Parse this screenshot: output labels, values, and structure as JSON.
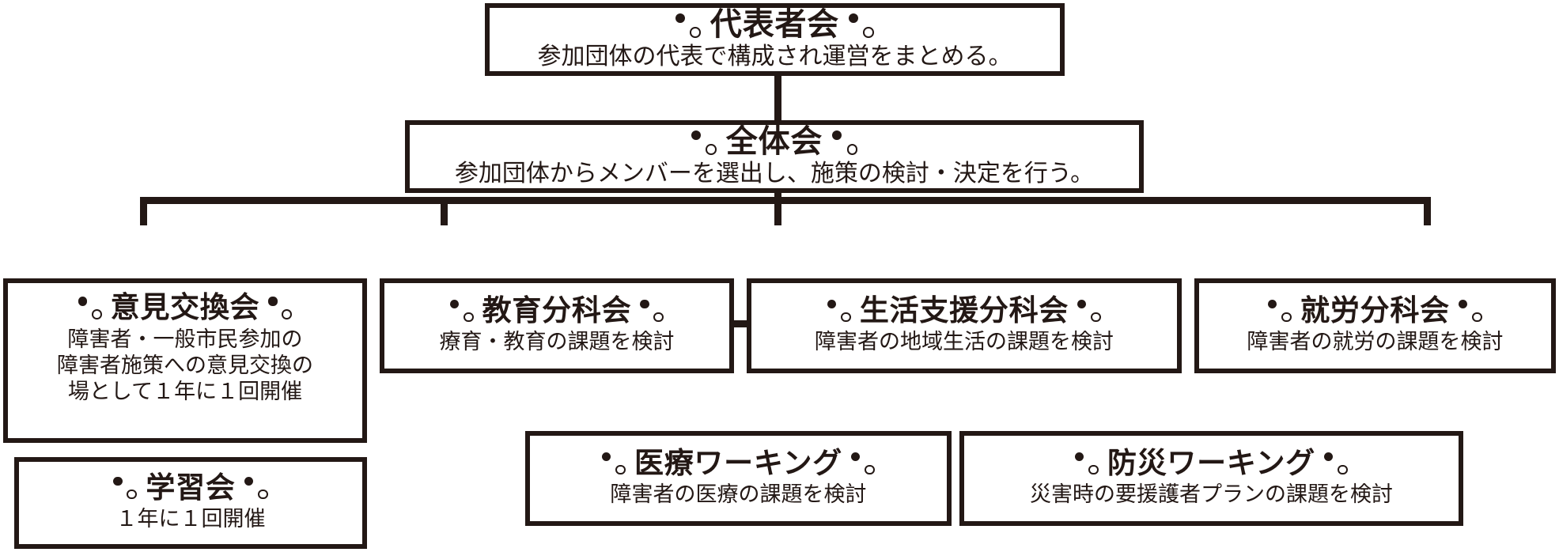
{
  "diagram": {
    "type": "organization-chart",
    "language": "ja",
    "colors": {
      "ink": "#231815",
      "paper": "#ffffff"
    },
    "nodes": {
      "representatives": {
        "id": "representatives",
        "title": "代表者会",
        "desc": [
          "参加団体の代表で構成され運営をまとめる。"
        ]
      },
      "plenary": {
        "id": "plenary",
        "title": "全体会",
        "desc": [
          "参加団体からメンバーを選出し、施策の検討・決定を行う。"
        ]
      },
      "exchange": {
        "id": "exchange",
        "title": "意見交換会",
        "desc": [
          "障害者・一般市民参加の",
          "障害者施策への意見交換の",
          "場として１年に１回開催"
        ]
      },
      "study": {
        "id": "study",
        "title": "学習会",
        "desc": [
          "１年に１回開催"
        ]
      },
      "education": {
        "id": "education",
        "title": "教育分科会",
        "desc": [
          "療育・教育の課題を検討"
        ]
      },
      "living_support": {
        "id": "living_support",
        "title": "生活支援分科会",
        "desc": [
          "障害者の地域生活の課題を検討"
        ]
      },
      "employment": {
        "id": "employment",
        "title": "就労分科会",
        "desc": [
          "障害者の就労の課題を検討"
        ]
      },
      "medical_wg": {
        "id": "medical_wg",
        "title": "医療ワーキング",
        "desc": [
          "障害者の医療の課題を検討"
        ]
      },
      "disaster_wg": {
        "id": "disaster_wg",
        "title": "防災ワーキング",
        "desc": [
          "災害時の要援護者プランの課題を検討"
        ]
      }
    },
    "marker": {
      "dot": "●",
      "ring": "。"
    }
  }
}
